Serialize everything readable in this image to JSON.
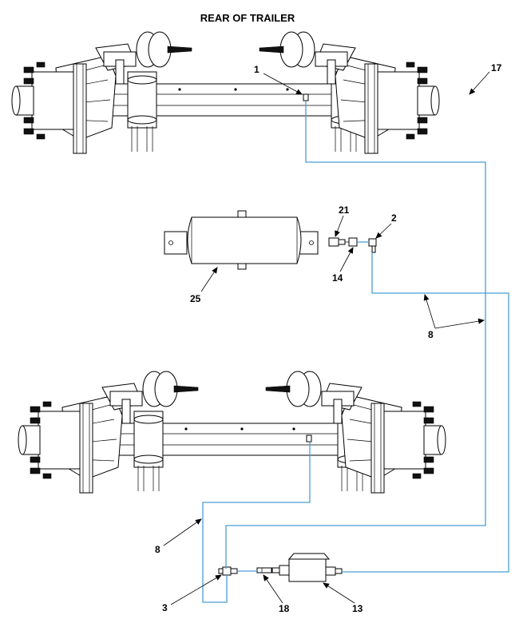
{
  "title": "REAR OF TRAILER",
  "callouts": {
    "c1": "1",
    "c17": "17",
    "c21": "21",
    "c2": "2",
    "c14": "14",
    "c25": "25",
    "c8a": "8",
    "c8b": "8",
    "c3": "3",
    "c18": "18",
    "c13": "13"
  },
  "colors": {
    "air_line": "#4a9fd4",
    "linework": "#000000",
    "background": "#ffffff"
  }
}
